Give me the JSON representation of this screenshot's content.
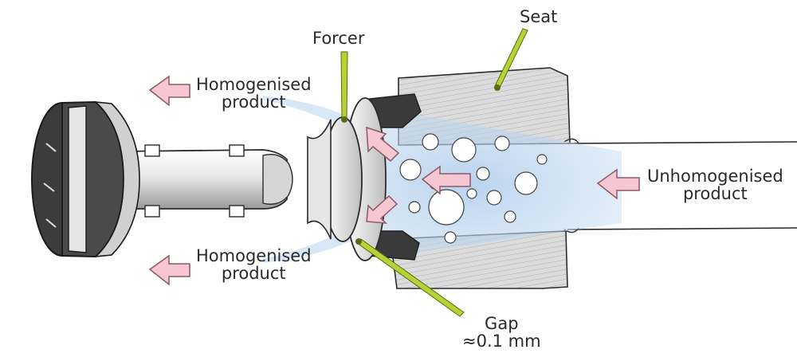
{
  "diagram": {
    "labels": {
      "seat": "Seat",
      "forcer": "Forcer",
      "homogenised_top": [
        "Homogenised",
        "product"
      ],
      "homogenised_bottom": [
        "Homogenised",
        "product"
      ],
      "unhomogenised": [
        "Unhomogenised",
        "product"
      ],
      "gap": [
        "Gap",
        "≈0.1 mm"
      ]
    },
    "colors": {
      "arrow_fill": "#f7c6d3",
      "arrow_stroke": "#8a5a66",
      "flow_blue": "#b8d4ee",
      "pointer_green": "#b5d334",
      "metal_dark": "#2b2b2b",
      "seat_gray": "#d9d9d9"
    }
  }
}
